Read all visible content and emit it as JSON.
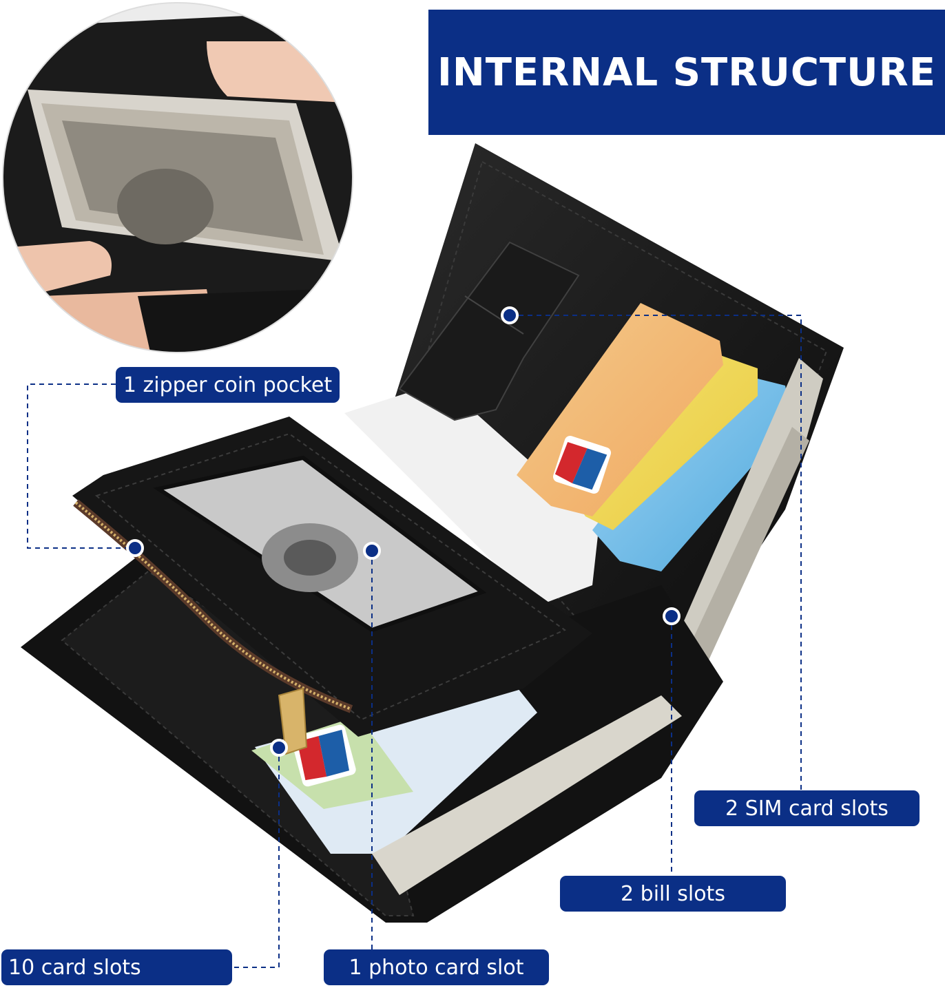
{
  "header": {
    "title": "INTERNAL STRUCTURE"
  },
  "callouts": {
    "zipper": "1 zipper coin pocket",
    "sim": "2 SIM card slots",
    "bill": "2 bill slots",
    "card": "10 card slots",
    "photo": "1 photo card slot"
  },
  "colors": {
    "label_bg": "#0b2f86",
    "label_text": "#ffffff",
    "leather": "#141414",
    "marker": "#0b2f86"
  }
}
